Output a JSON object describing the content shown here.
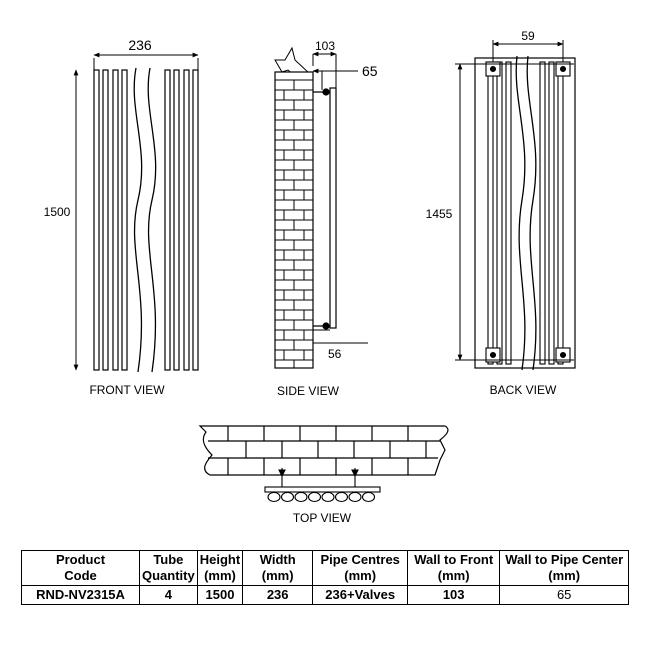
{
  "views": {
    "front": {
      "label": "FRONT VIEW",
      "width_dim": "236",
      "height_dim": "1500"
    },
    "side": {
      "label": "SIDE VIEW",
      "wall_to_front_dim": "103",
      "pipe_offset_dim": "65",
      "bottom_dim": "56"
    },
    "back": {
      "label": "BACK VIEW",
      "bracket_dim": "59",
      "height_dim": "1455"
    },
    "top": {
      "label": "TOP VIEW"
    }
  },
  "spec_table": {
    "headers": [
      [
        "Product",
        "Code"
      ],
      [
        "Tube",
        "Quantity"
      ],
      [
        "Height",
        "(mm)"
      ],
      [
        "Width",
        "(mm)"
      ],
      [
        "Pipe Centres",
        "(mm)"
      ],
      [
        "Wall to Front",
        "(mm)"
      ],
      [
        "Wall to Pipe Center",
        "(mm)"
      ]
    ],
    "row": [
      "RND-NV2315A",
      "4",
      "1500",
      "236",
      "236+Valves",
      "103",
      "65"
    ]
  }
}
